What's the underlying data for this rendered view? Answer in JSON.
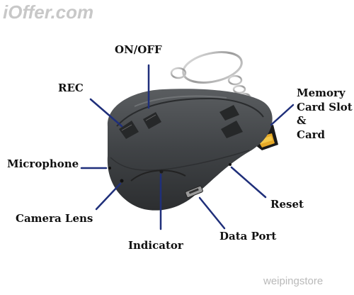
{
  "watermarks": {
    "top_left": "iOffer.com",
    "bottom_right": "weipingstore"
  },
  "labels": {
    "on_off": "ON/OFF",
    "rec": "REC",
    "memory_line1": "Memory",
    "memory_line2": "Card Slot",
    "memory_line3": "&",
    "memory_line4": "Card",
    "microphone": "Microphone",
    "camera_lens": "Camera Lens",
    "reset": "Reset",
    "data_port": "Data Port",
    "indicator": "Indicator"
  },
  "colors": {
    "leader_line": "#1f2f7a",
    "device_body": "#3f4244",
    "label_text": "#111111"
  }
}
